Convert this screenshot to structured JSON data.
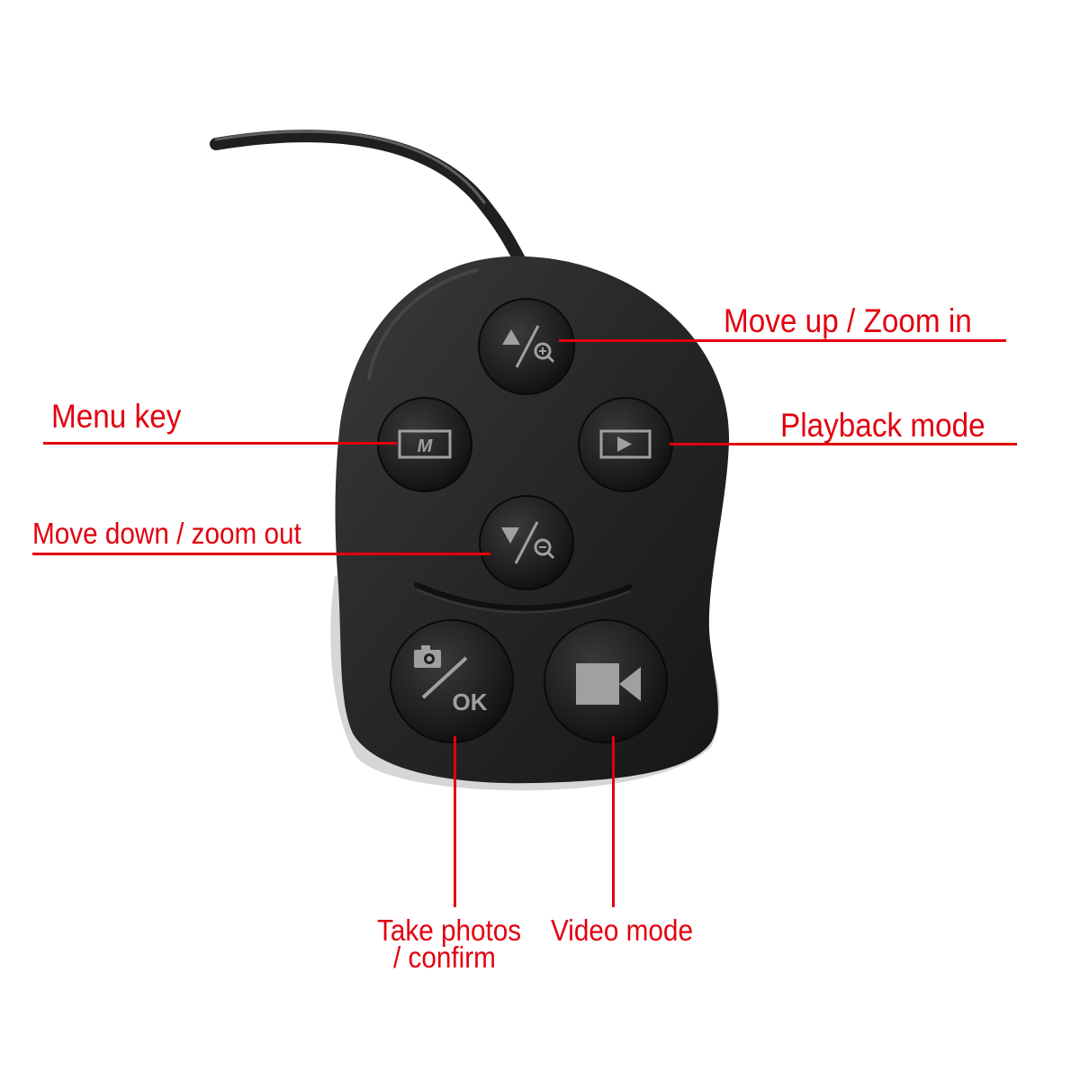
{
  "labels": {
    "move_up": "Move up / Zoom in",
    "menu_key": "Menu key",
    "playback": "Playback mode",
    "move_down": "Move down / zoom out",
    "take_photos_line1": "Take photos",
    "take_photos_line2": "/ confirm",
    "video_mode": "Video mode"
  },
  "buttons": {
    "menu_glyph": "M",
    "ok_glyph": "OK"
  },
  "colors": {
    "label_red": "#e2000f",
    "remote_body": "#262626",
    "button_face": "#1f1f1f",
    "icon_gray": "#9a9a9a",
    "cable": "#2a2a2a"
  },
  "icons": [
    "up-zoom-in-icon",
    "menu-icon",
    "play-icon",
    "down-zoom-out-icon",
    "camera-ok-icon",
    "video-camera-icon"
  ]
}
